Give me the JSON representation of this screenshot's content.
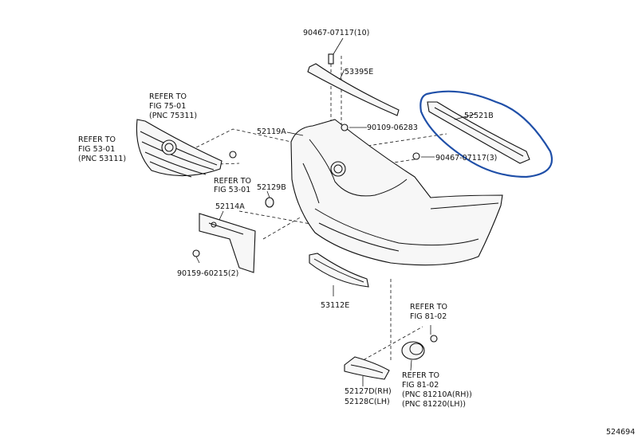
{
  "labels": {
    "p90467_top": "90467-07117(10)",
    "p53395E": "53395E",
    "p52521B": "52521B",
    "p90109": "90109-06283",
    "p52119A": "52119A",
    "p90467_right": "90467-07117(3)",
    "p52129B": "52129B",
    "p52114A": "52114A",
    "p90159": "90159-60215(2)",
    "p53112E": "53112E",
    "p52127D": "52127D(RH)",
    "p52128C": "52128C(LH)",
    "catalog_id": "524694"
  },
  "refs": {
    "fig75": [
      "REFER TO",
      "FIG 75-01",
      "(PNC 75311)"
    ],
    "fig53_left": [
      "REFER TO",
      "FIG 53-01",
      "(PNC 53111)"
    ],
    "fig53_mid": [
      "REFER TO",
      "FIG 53-01"
    ],
    "fig81_top": [
      "REFER TO",
      "FIG 81-02"
    ],
    "fig81_bottom": [
      "REFER TO",
      "FIG 81-02",
      "(PNC 81210A(RH))",
      "(PNC 81220(LH))"
    ]
  },
  "highlight": {
    "color": "#1f4fa8",
    "part": "52521B"
  }
}
